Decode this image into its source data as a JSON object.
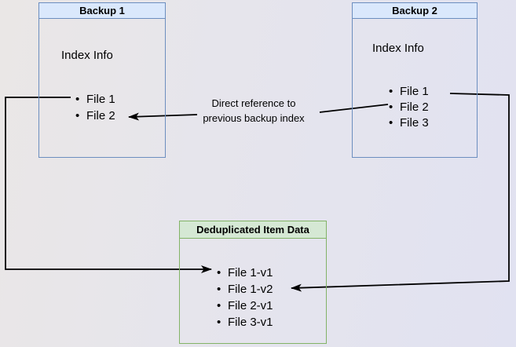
{
  "backup1": {
    "title": "Backup 1",
    "subtitle": "Index Info",
    "items": [
      "File 1",
      "File 2"
    ]
  },
  "backup2": {
    "title": "Backup 2",
    "subtitle": "Index Info",
    "items": [
      "File 1",
      "File 2",
      "File 3"
    ]
  },
  "dedup": {
    "title": "Deduplicated Item Data",
    "items": [
      "File 1-v1",
      "File 1-v2",
      "File 2-v1",
      "File 3-v1"
    ]
  },
  "annotation": {
    "text": "Direct reference to\nprevious backup index"
  },
  "colors": {
    "blue_box_fill": "#dae8fc",
    "blue_box_stroke": "#6c8ebf",
    "green_box_fill": "#d5e8d4",
    "green_box_stroke": "#82b366",
    "connector": "#000000",
    "background_left": "#eae7e6",
    "background_right": "#e1e2f1"
  }
}
